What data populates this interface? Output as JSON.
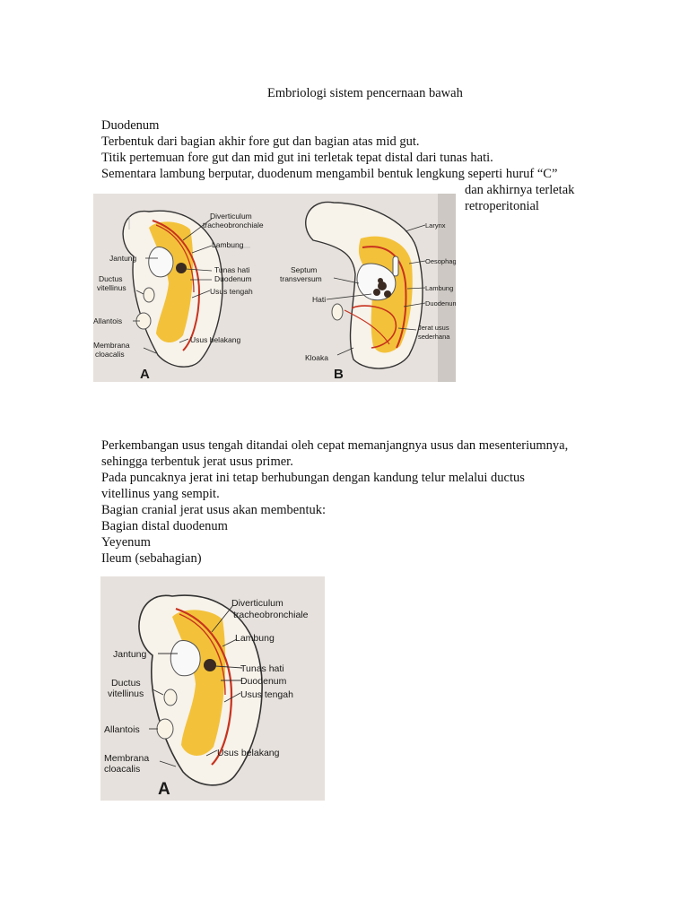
{
  "title": "Embriologi sistem pencernaan bawah",
  "section1": {
    "heading": "Duodenum",
    "lines": [
      "Terbentuk dari bagian akhir fore gut dan bagian atas mid gut.",
      "Titik pertemuan fore gut dan mid gut ini terletak tepat distal dari tunas hati.",
      "Sementara lambung berputar, duodenum mengambil bentuk lengkung seperti huruf “C”"
    ],
    "side_lines": [
      "dan akhirnya terletak",
      "retroperitonial"
    ]
  },
  "figure1": {
    "panel_a": {
      "letter": "A",
      "labels": [
        "Diverticulum",
        "tracheobronchiale",
        "Lambung",
        "Jantung",
        "Tunas hati",
        "Duodenum",
        "Ductus",
        "vitellinus",
        "Usus tengah",
        "Allantois",
        "Usus belakang",
        "Membrana",
        "cloacalis"
      ]
    },
    "panel_b": {
      "letter": "B",
      "labels": [
        "Larynx",
        "Oesophagus",
        "Septum",
        "transversum",
        "Lambung",
        "Hati",
        "Duodenum",
        "Jerat usus",
        "sederhana",
        "Kloaka"
      ]
    }
  },
  "section2": {
    "lines": [
      "Perkembangan usus tengah ditandai oleh cepat memanjangnya usus dan mesenteriumnya,",
      "sehingga terbentuk jerat usus primer.",
      "Pada puncaknya jerat ini tetap berhubungan dengan kandung telur melalui ductus",
      "vitellinus yang sempit.",
      "Bagian cranial jerat usus akan membentuk:",
      "Bagian distal duodenum",
      "Yeyenum",
      "Ileum (sebahagian)"
    ]
  },
  "figure2": {
    "letter": "A",
    "labels": [
      "Diverticulum",
      "tracheobronchiale",
      "Lambung",
      "Jantung",
      "Tunas hati",
      "Duodenum",
      "Ductus",
      "vitellinus",
      "Usus tengah",
      "Allantois",
      "Usus belakang",
      "Membrana",
      "cloacalis"
    ]
  },
  "colors": {
    "yolk": "#f3c23a",
    "gut_red": "#c8321e",
    "liver": "#3a2a22",
    "figure_bg": "#e6e1dc"
  }
}
